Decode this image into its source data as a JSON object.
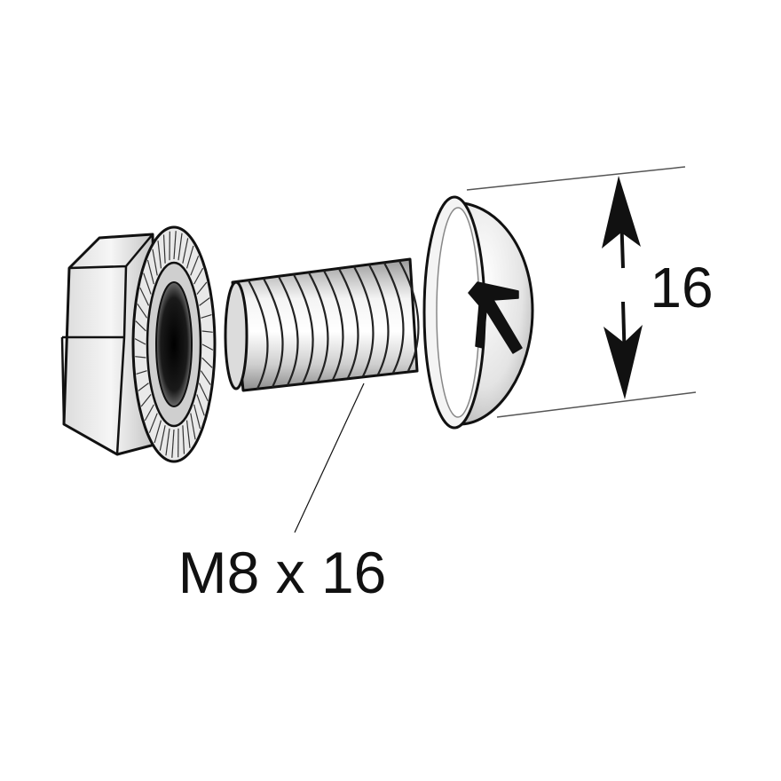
{
  "diagram": {
    "size_label": "M8 x 16",
    "dimension_label": "16",
    "parts": {
      "nut": "flange-nut",
      "bolt": "mushroom-head-bolt"
    },
    "colors": {
      "outline": "#111111",
      "metal_light": "#f2f2f2",
      "metal_mid": "#c8c8c8",
      "metal_dark": "#8a8a8a",
      "background": "#ffffff"
    }
  }
}
